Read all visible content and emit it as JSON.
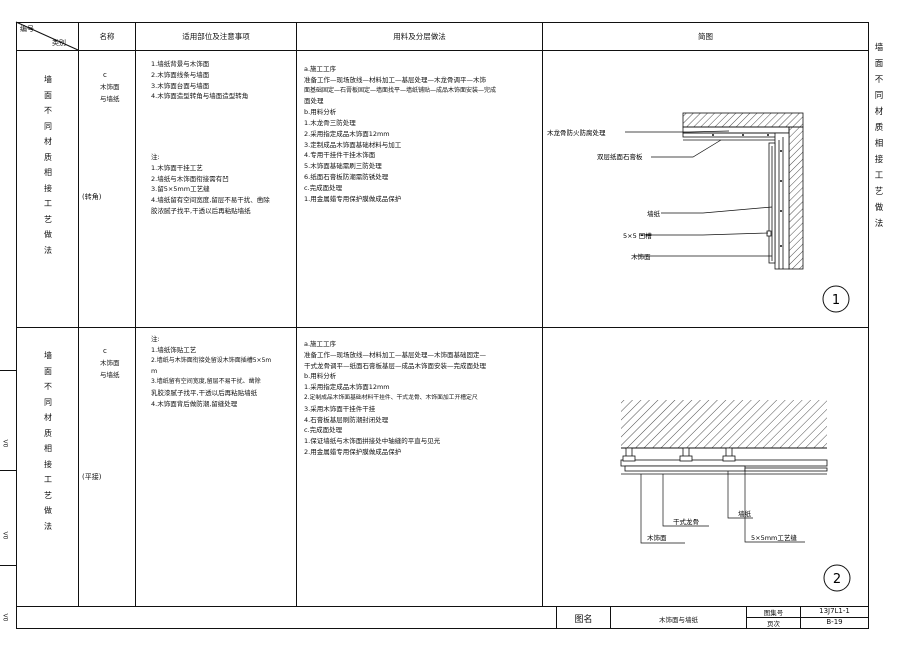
{
  "header": {
    "corner_top": "编号",
    "corner_bottom": "类别",
    "col_name": "名称",
    "col_scope": "适用部位及注意事项",
    "col_materials": "用料及分层做法",
    "col_diagram": "简图"
  },
  "side_title": "墙面不同材质相接工艺做法",
  "rows": [
    {
      "category": "墙面不同材质相接工艺做法",
      "category_tag": "(转角)",
      "code": "c",
      "name_lines": [
        "木饰面",
        "与墙纸"
      ],
      "scope_lines": [
        "1.墙纸背景与木饰面",
        "2.木饰面线条与墙面",
        "3.木饰面台面与墙面",
        "4.木饰面造型转角与墙面造型转角",
        "",
        "",
        "",
        "",
        "注:",
        "1.木饰面干挂工艺",
        "2.墙纸与木饰面衔接需有凹",
        "3.留5×5mm工艺缝",
        "4.墙纸留有空间宽度,留层不易干扰、凿除",
        "胶浓腻子找平,干透以后再粘贴墙纸"
      ],
      "material_lines": [
        "a.施工工序",
        "准备工作—现场放线—材料加工—基层处理—木龙骨调平—木饰",
        "面基础固定—石膏板固定—墙面找平—墙纸铺贴—成品木饰面安装—完成",
        "面处理",
        "b.用料分析",
        "1.木龙骨三防处理",
        "2.采用指定成品木饰面12mm",
        "3.定制成品木饰面基础材料与加工",
        "4.专用干挂件干挂木饰面",
        "5.木饰面基础需刷三防处理",
        "6.纸面石膏板防潮需防锈处理",
        "c.完成面处理",
        "1.用金属蜡专用保护膜做成品保护"
      ],
      "diagram_labels": [
        "木龙骨防火防腐处理",
        "双层纸面石膏板",
        "墙纸",
        "5×5 凹槽",
        "木饰面"
      ],
      "diagram_number": "1"
    },
    {
      "category": "墙面不同材质相接工艺做法",
      "category_tag": "(平接)",
      "code": "c",
      "name_lines": [
        "木饰面",
        "与墙纸"
      ],
      "scope_lines": [
        "注:",
        "1.墙纸饰贴工艺",
        "2.墙纸与木饰面衔接处留设木饰面插槽5×5m",
        "m",
        "3.墙纸留有空间宽度,留层不易干扰、凿除",
        "乳胶漆腻子找平,干透以后再粘贴墙纸",
        "4.木饰面背后做防潮,留缝处理"
      ],
      "material_lines": [
        "a.施工工序",
        "准备工作—现场放线—材料加工—基层处理—木饰面基础固定—",
        "干式龙骨调平—纸面石膏板基层—成品木饰面安装—完成面处理",
        "b.用料分析",
        "1.采用指定成品木饰面12mm",
        "2.定制成品木饰面基础材料干挂件、干式龙骨、木饰面加工开槽定尺",
        "3.采用木饰面干挂件干挂",
        "4.石膏板基层刷防潮封闭处理",
        "c.完成面处理",
        "1.保证墙纸与木饰面拼接处中轴缝的平直与见光",
        "2.用金属蜡专用保护膜做成品保护"
      ],
      "diagram_labels": [
        "干式龙骨",
        "墙纸",
        "木饰面",
        "5×5mm工艺缝"
      ],
      "diagram_number": "2"
    }
  ],
  "left_margin_marks": [
    "V0",
    "V0",
    "V0"
  ],
  "footer": {
    "figure_label": "图名",
    "figure_name": "木饰面与墙纸",
    "atlas_label": "图集号",
    "atlas_value": "13J7L1-1",
    "page_label": "页次",
    "page_value": "B-19"
  }
}
